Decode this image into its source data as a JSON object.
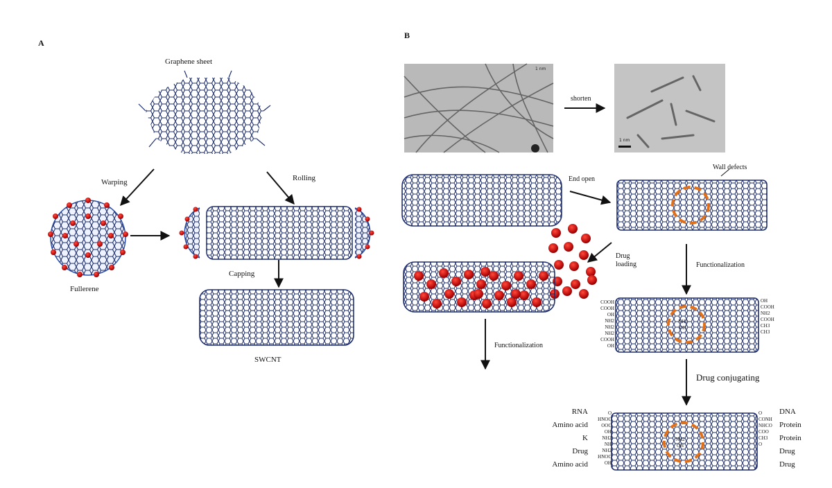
{
  "panelA": {
    "letter": "A",
    "graphene_label": "Graphene sheet",
    "warping_label": "Warping",
    "rolling_label": "Rolling",
    "fullerene_label": "Fullerene",
    "capping_label": "Capping",
    "swcnt_label": "SWCNT"
  },
  "panelB": {
    "letter": "B",
    "shorten_label": "shorten",
    "scale1": "1 nm",
    "scale2": "1 nm",
    "end_open_label": "End open",
    "wall_defects_label": "Wall defects",
    "drug_loading_label": "Drug\nloading",
    "functionalization_label_1": "Functionalization",
    "functionalization_label_2": "Functionalization",
    "drug_conjugating_label": "Drug conjugating",
    "groups_left_small": [
      "COOH",
      "COOH",
      "OH",
      "NH2",
      "NH2",
      "NH2",
      "COOH",
      "OH"
    ],
    "groups_right_small": [
      "OH",
      "COOH",
      "NH2",
      "COOH",
      "CH3",
      "CH3"
    ],
    "center_groups": [
      "NH2",
      "OH"
    ],
    "conj_left": [
      "RNA",
      "Amino acid",
      "K",
      "Drug",
      "Amino acid"
    ],
    "conj_left_small": [
      "O",
      "HNOC",
      "OOC",
      "OH",
      "NH2",
      "NH",
      "NH2",
      "HNOC",
      "OH"
    ],
    "conj_right": [
      "DNA",
      "Protein",
      "Protein",
      "Drug",
      "Drug"
    ],
    "conj_right_small": [
      "O",
      "CONH",
      "NHCO",
      "COO",
      "CH3",
      "O"
    ]
  }
}
